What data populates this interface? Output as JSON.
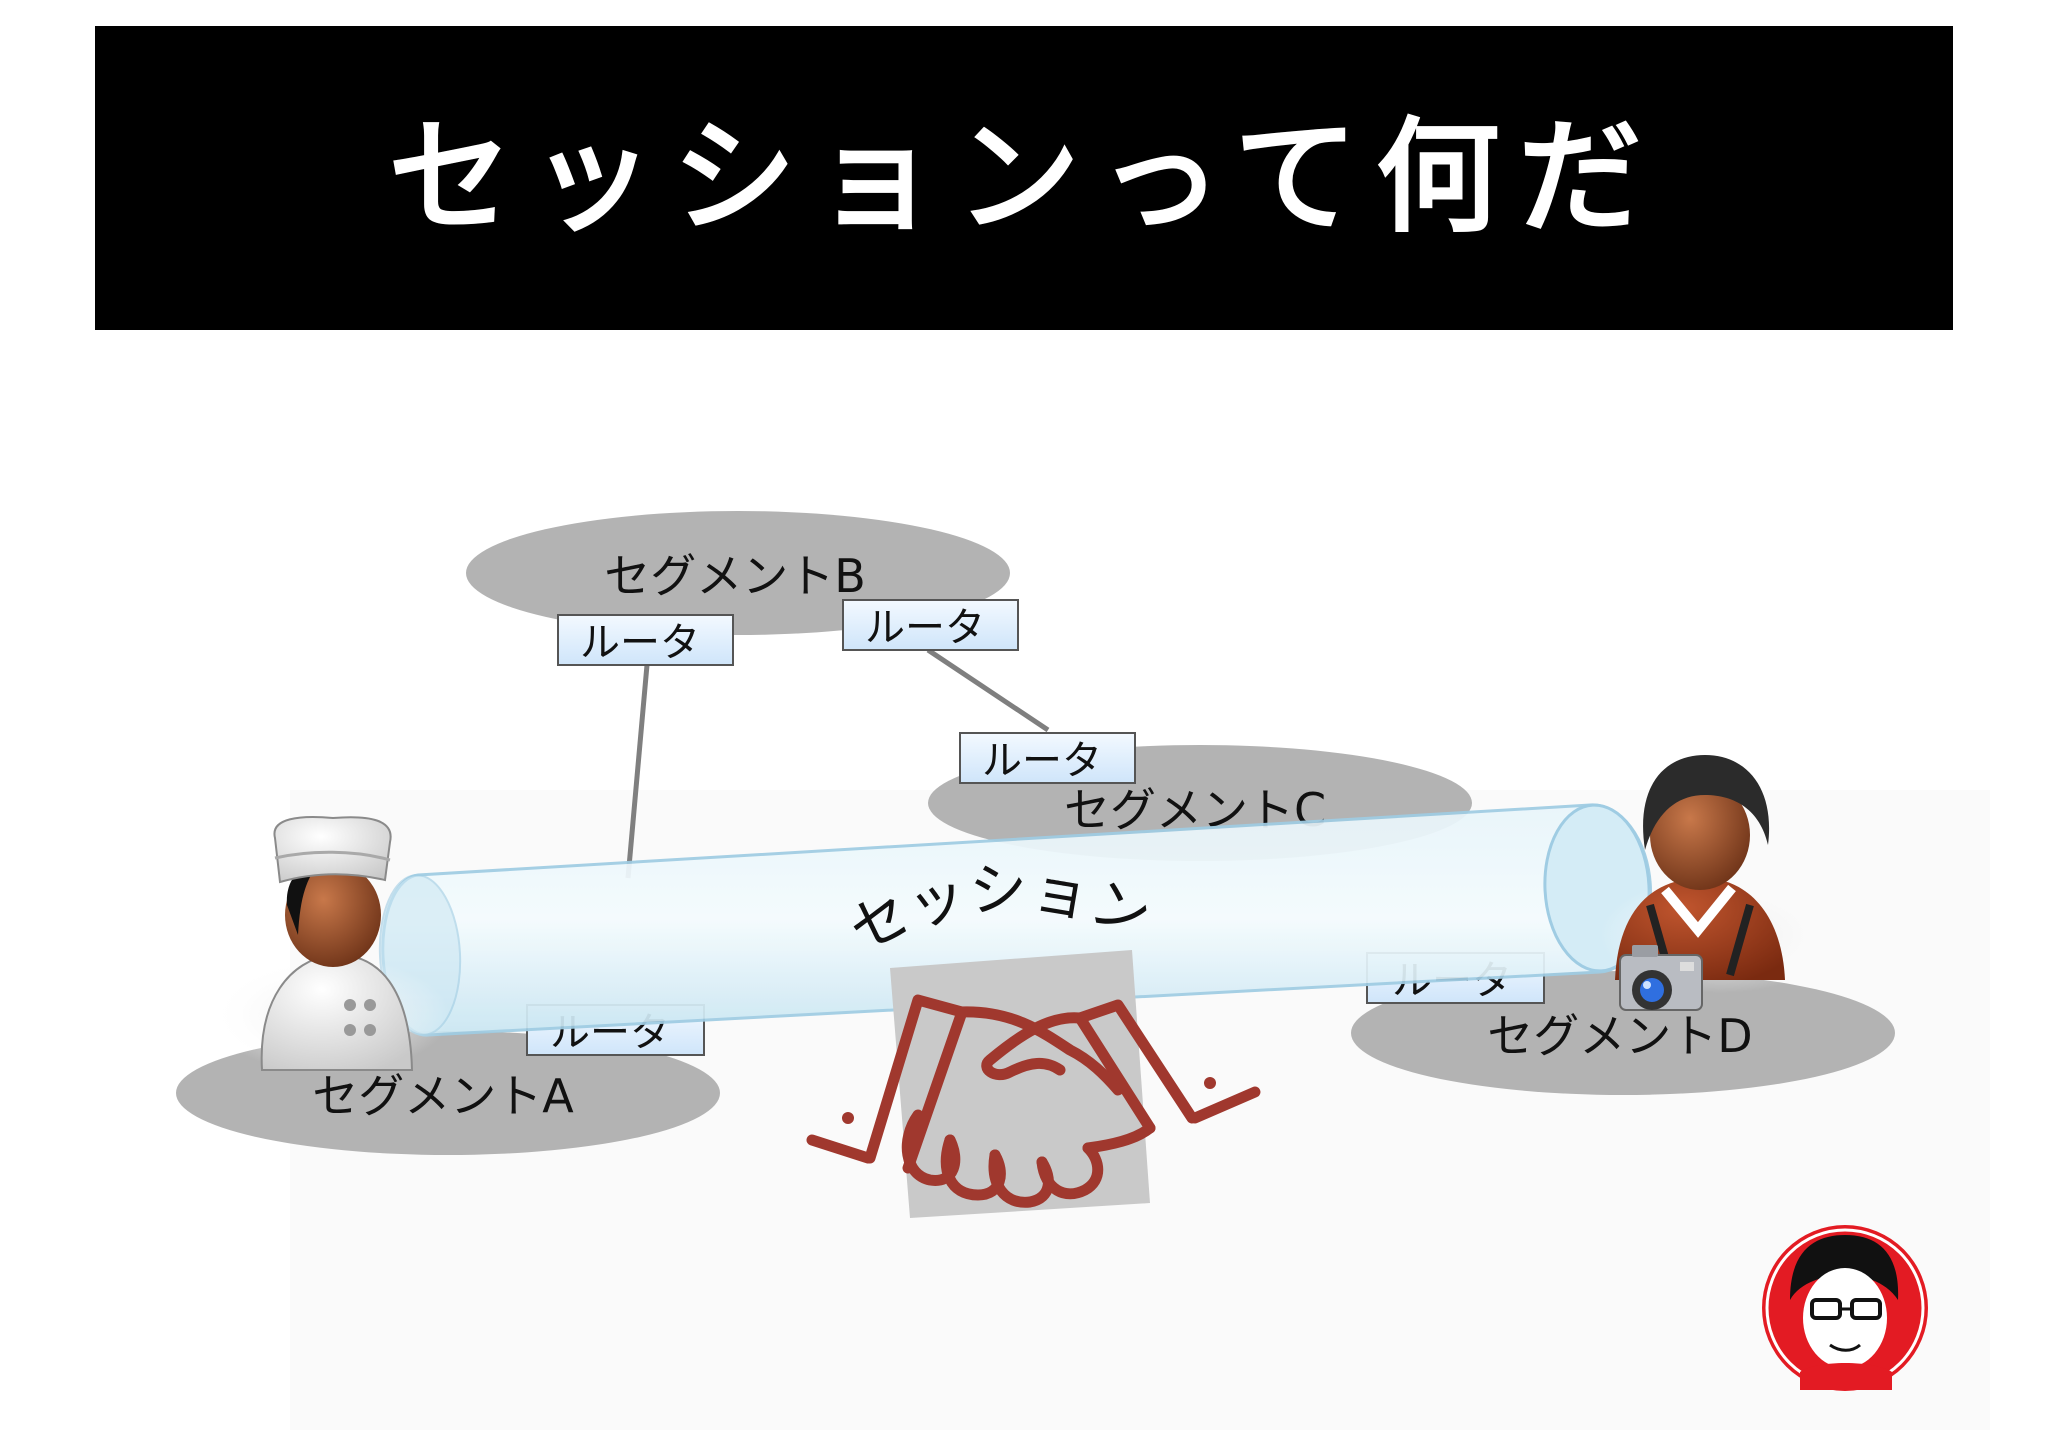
{
  "slide": {
    "title": "セッションって何だ"
  },
  "segments": {
    "a": "セグメントA",
    "b": "セグメントB",
    "c": "セグメントC",
    "d": "セグメントD"
  },
  "router_label": "ルータ",
  "pipe": {
    "label": "セッション"
  },
  "icons": {
    "person_left": "chef-person-icon",
    "person_right": "photographer-person-icon",
    "camera": "camera-icon",
    "handshake": "handshake-icon",
    "avatar": "author-avatar-icon"
  },
  "colors": {
    "title_bg": "#000000",
    "title_text": "#ffffff",
    "segment_fill": "#b3b3b3",
    "router_fill": "#dcecfb",
    "router_stroke": "#555555",
    "pipe_fill": "#d7edf6",
    "handshake": "#a0382e",
    "avatar_red": "#e31b23"
  }
}
